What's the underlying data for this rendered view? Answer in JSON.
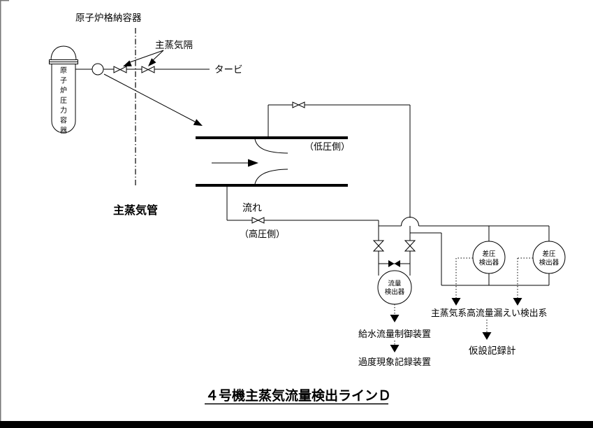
{
  "diagram": {
    "title": "４号機主蒸気流量検出ラインＤ",
    "labels": {
      "containment": "原子炉格納容器",
      "msiv": "主蒸気隔",
      "turbine": "タービ",
      "main_steam_pipe": "主蒸気管",
      "low_pressure_side": "（低圧側）",
      "flow": "流れ",
      "high_pressure_side": "（高圧側）",
      "feedwater_flow_controller": "給水流量制御装置",
      "transient_recorder": "過度現象記録装置",
      "main_steam_high_flow_leak_detection": "主蒸気系高流量漏えい検出系",
      "temporary_recorder": "仮設記録計"
    },
    "vessel": {
      "label": "原子炉圧力容器"
    },
    "detectors": {
      "flow": {
        "line1": "流量",
        "line2": "検出器"
      },
      "dp1": {
        "line1": "差圧",
        "line2": "検出器"
      },
      "dp2": {
        "line1": "差圧",
        "line2": "検出器"
      }
    },
    "colors": {
      "line": "#000000",
      "background": "#ffffff"
    }
  }
}
